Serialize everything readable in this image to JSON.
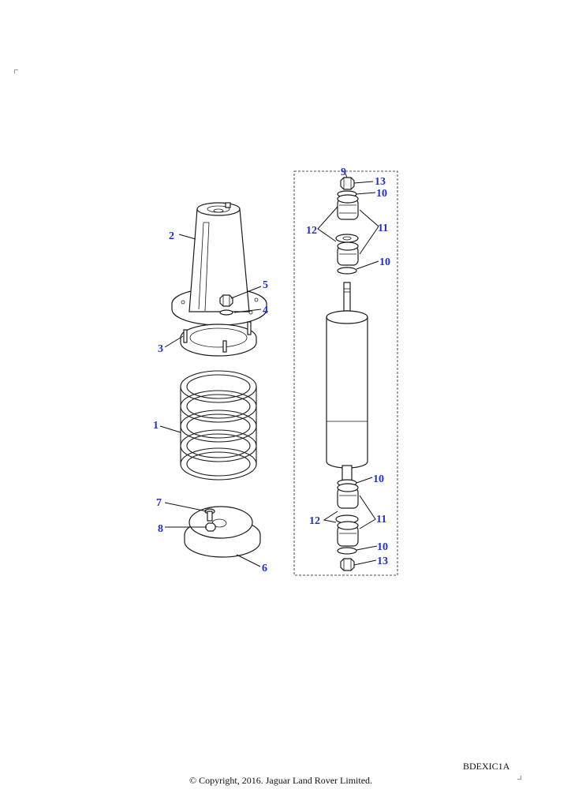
{
  "callouts": {
    "c1": "1",
    "c2": "2",
    "c3": "3",
    "c4": "4",
    "c5": "5",
    "c6": "6",
    "c7": "7",
    "c8": "8",
    "c9": "9",
    "c10a": "10",
    "c10b": "10",
    "c10c": "10",
    "c10d": "10",
    "c11a": "11",
    "c11b": "11",
    "c12a": "12",
    "c12b": "12",
    "c13a": "13",
    "c13b": "13"
  },
  "reference_code": "BDEXIC1A",
  "copyright": "© Copyright, 2016. Jaguar Land Rover Limited.",
  "colors": {
    "callout": "#1f2fd6",
    "line": "#1a1a1a"
  }
}
